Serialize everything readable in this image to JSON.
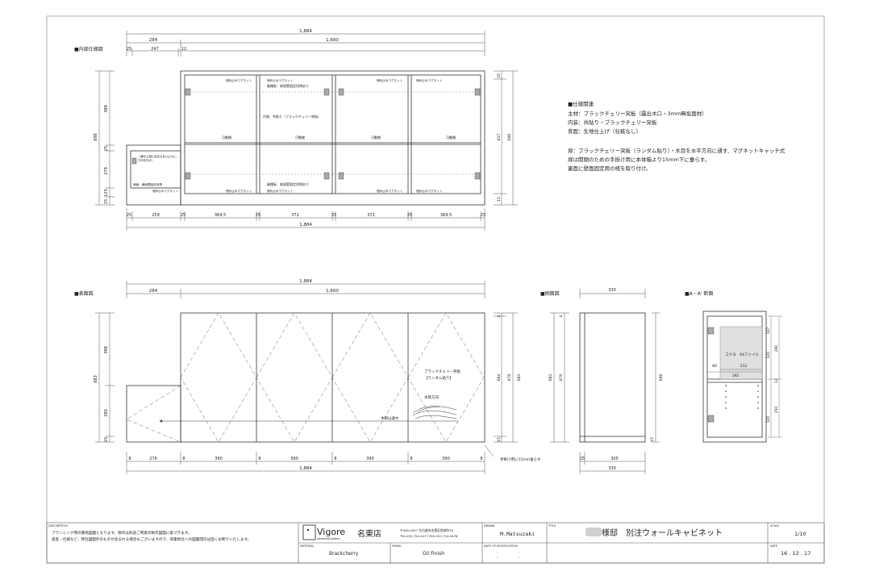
{
  "views": {
    "interior": "■内部仕様図",
    "front": "■表面図",
    "side": "■側面図",
    "section": "■A－A' 断面"
  },
  "interior": {
    "total_top": "1,884",
    "seg_284": "284",
    "seg_1600": "1,600",
    "d25a": "25",
    "d247": "247",
    "d12": "12",
    "h388": "388",
    "h698": "698",
    "h25": "25",
    "h279": "279",
    "h125": "125",
    "h15": "15",
    "r25": "25",
    "r617": "617",
    "r698": "698",
    "r15": "15",
    "b25_1": "25",
    "b259": "259",
    "b25_2": "25",
    "b3645a": "364.5",
    "b25_3": "25",
    "b372a": "372",
    "b25_4": "25",
    "b372b": "372",
    "b25_5": "25",
    "b3645b": "364.5",
    "b25_6": "25",
    "total_bottom": "1,884",
    "magnet": "埋め込みマグネット",
    "shelf": "可動棚",
    "glass_top": "破棚板：扉面壁固定用桟あり",
    "interior_note": "内装：共貼り（ブラックチェリー突板）",
    "glass_bottom": "破棚板：扉面壁固定用桟あり",
    "small_note1": "（扉が上部に収まらないように",
    "small_note2": "方向を向け）",
    "small_fix": "扉面：扉面壁固定用桟"
  },
  "spec": {
    "heading": "■仕様関連",
    "l1": "主材：ブラックチェリー突板（露出木口・3mm無垢面材）",
    "l2": "内装：共貼り・ブラックチェリー突板",
    "l3": "背面：生地仕上げ（化粧なし）",
    "l4": "扉：ブラックチェリー突板（ランダム貼り）・木目を水平方向に通す、マグネットキャッチ式",
    "l5": "扉は開閉のための手掛け用に本体箱より15mm下に垂らす。",
    "l6": "裏面に壁面固定用の桟を取り付け。"
  },
  "front": {
    "total_top": "1,884",
    "seg_284": "284",
    "seg_1600": "1,600",
    "h388": "388",
    "h683": "683",
    "h280": "280",
    "h15": "15",
    "r4": "4",
    "r664": "664",
    "r679": "679",
    "r683": "683",
    "r15": "15",
    "b8_1": "8",
    "b276": "276",
    "b8_2": "8",
    "b390a": "390",
    "b8_3": "8",
    "b390b": "390",
    "b8_4": "8",
    "b390c": "390",
    "b8_5": "8",
    "b390d": "390",
    "b8_6": "8",
    "total_bottom": "1,884",
    "material1": "ブラックチェリー突板",
    "material2": "【ランダム貼り】",
    "grain": "木目方向",
    "grain_dir": "木目は通す",
    "hang_note": "手掛け用に15mm垂らす"
  },
  "side": {
    "w330": "330",
    "h683": "683",
    "h679": "679",
    "r4": "4",
    "r698": "698",
    "h15": "15",
    "b25": "25",
    "b305": "305",
    "b330": "330"
  },
  "section": {
    "r127": "127",
    "r290": "290",
    "r12": "12",
    "r250": "250",
    "l120a": "120",
    "l120b": "120",
    "d80": "80",
    "d212": "212",
    "d292": "292",
    "kokuyo": "コクヨ",
    "a4file": "A4ファイル"
  },
  "title_block": {
    "desc_label": "DESCRIPTION",
    "desc1": "プランニング用の簡易図面となります。製作は別途ご用意の製作図面に基づきます。",
    "desc2": "意匠・仕様など、弊社図面外のものが含まれる場合もございますので、同業他社への図面開示は固くお断りいたします。",
    "brand": "Vigore",
    "brand_sub": "interior&Gallery",
    "store": "名東店",
    "address": "〒465-0057 名古屋市名東区陸前町34",
    "tel": "TEL:052-724-0477  FAX:052-724-0478",
    "drawn_label": "DRAWN",
    "drawn": "M.Matsuzaki",
    "title_label": "TITLE",
    "title": "様邸　別注ウォールキャビネット",
    "scale_label": "SCALE",
    "scale": "1/10",
    "material_label": "MATERIAL",
    "material": "Brackcherry",
    "finish_label": "FINISH",
    "finish": "Oil Finish",
    "mod_label": "DATE OF MODIFICATION",
    "date_label": "DATE",
    "date": "16 . 12 . 17"
  }
}
